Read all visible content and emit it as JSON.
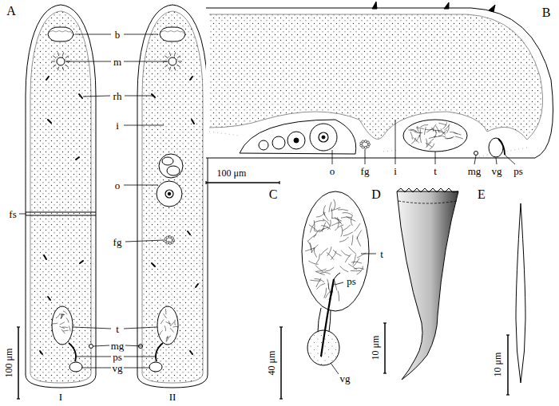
{
  "diagram": {
    "labels": [
      "A",
      "b",
      "m",
      "rh",
      "i",
      "fs",
      "o",
      "fg",
      "t",
      "mg",
      "ps",
      "vg",
      "I",
      "II",
      "100 μm",
      "B",
      "100 μm",
      "o",
      "fg",
      "i",
      "t",
      "mg",
      "vg",
      "ps",
      "C",
      "t",
      "ps",
      "vg",
      "40 μm",
      "D",
      "10 μm",
      "E",
      "10 μm"
    ]
  }
}
